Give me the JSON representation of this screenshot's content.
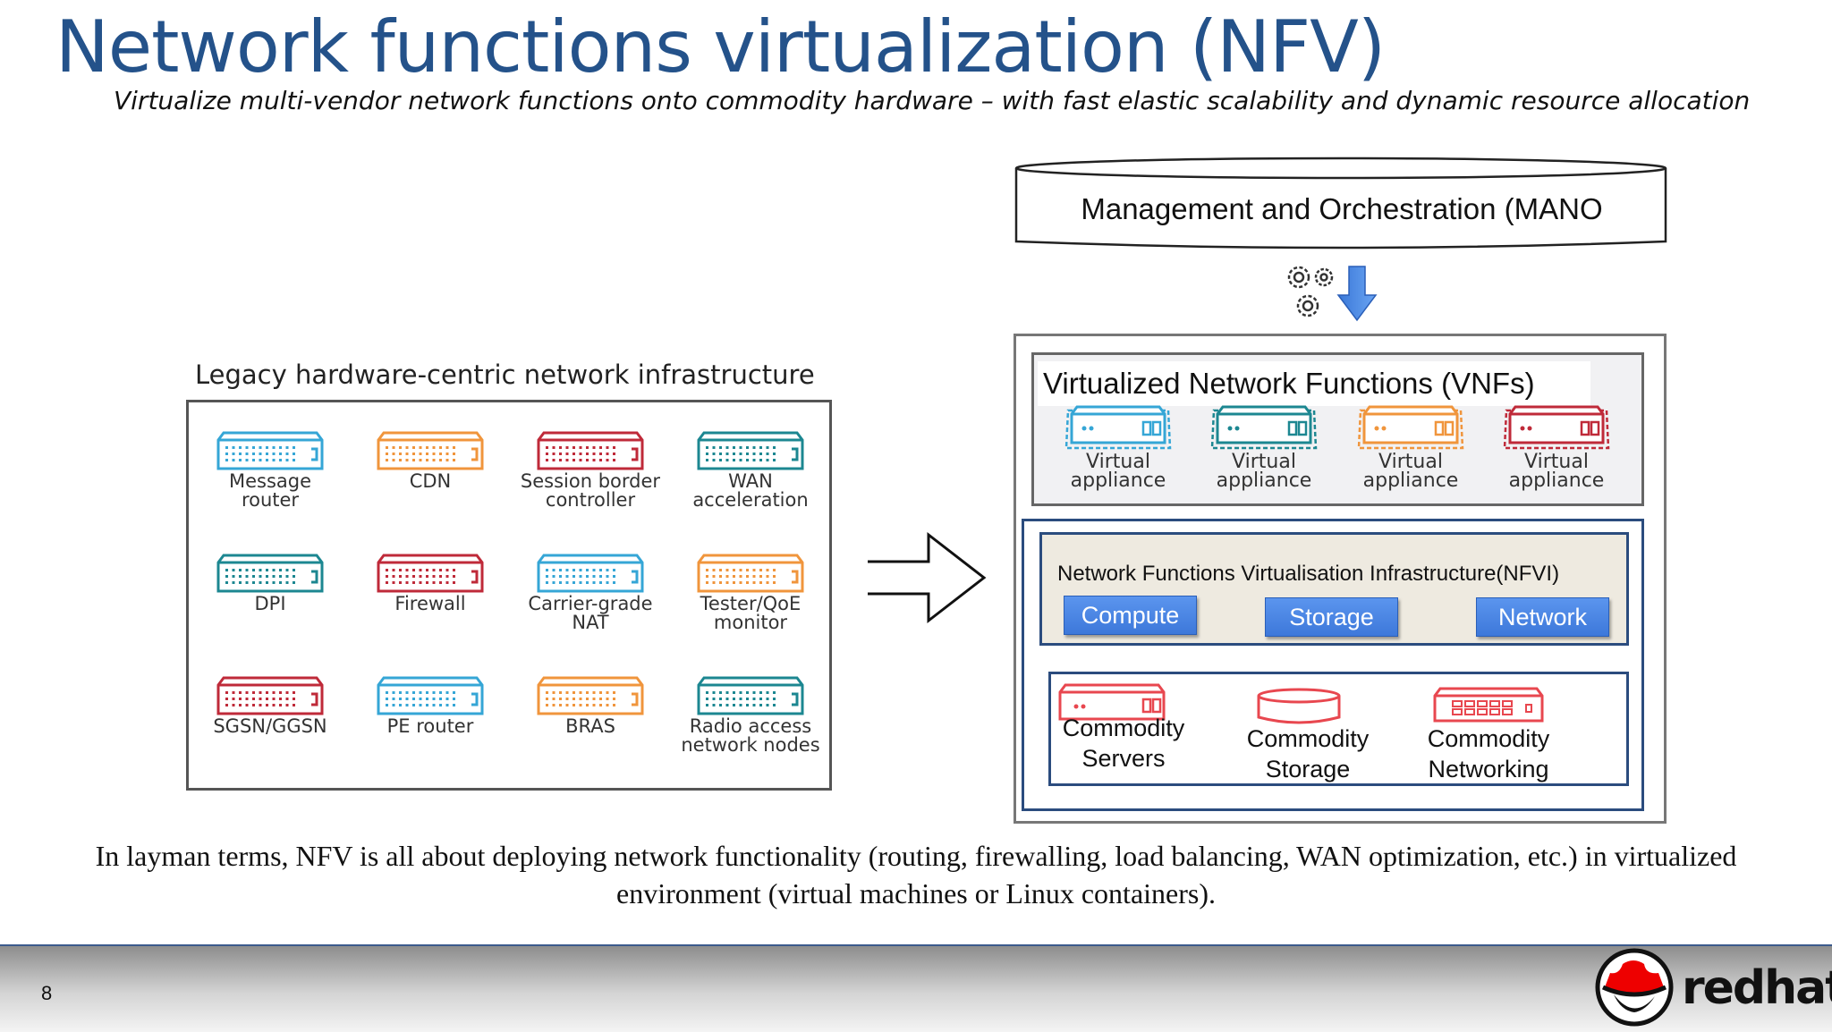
{
  "slide": {
    "title": "Network functions virtualization (NFV)",
    "subtitle": "Virtualize multi-vendor network functions onto commodity hardware – with fast elastic scalability and dynamic resource allocation",
    "page_number": "8"
  },
  "legacy": {
    "title": "Legacy hardware-centric network infrastructure",
    "devices": [
      {
        "label": "Message\nrouter",
        "color": "#35a6d6"
      },
      {
        "label": "CDN",
        "color": "#f0953c"
      },
      {
        "label": "Session border\ncontroller",
        "color": "#bf2a39"
      },
      {
        "label": "WAN\nacceleration",
        "color": "#1c8791"
      },
      {
        "label": "DPI",
        "color": "#1c8791"
      },
      {
        "label": "Firewall",
        "color": "#bf2a39"
      },
      {
        "label": "Carrier-grade\nNAT",
        "color": "#35a6d6"
      },
      {
        "label": "Tester/QoE\nmonitor",
        "color": "#f0953c"
      },
      {
        "label": "SGSN/GGSN",
        "color": "#bf2a39"
      },
      {
        "label": "PE router",
        "color": "#35a6d6"
      },
      {
        "label": "BRAS",
        "color": "#f0953c"
      },
      {
        "label": "Radio access\nnetwork nodes",
        "color": "#1c8791"
      }
    ]
  },
  "mano": {
    "label": "Management and Orchestration (MANO"
  },
  "vnf": {
    "title": "Virtualized Network Functions (VNFs)",
    "appliances": [
      {
        "label": "Virtual\nappliance",
        "color": "#35a6d6"
      },
      {
        "label": "Virtual\nappliance",
        "color": "#1c8791"
      },
      {
        "label": "Virtual\nappliance",
        "color": "#f0953c"
      },
      {
        "label": "Virtual\nappliance",
        "color": "#bf2a39"
      }
    ]
  },
  "nfvi": {
    "title": "Network Functions Virtualisation Infrastructure(NFVI)",
    "compute": "Compute",
    "storage": "Storage",
    "network": "Network"
  },
  "commodity": {
    "servers": "Commodity\nServers",
    "storage": "Commodity\nStorage",
    "networking": "Commodity\nNetworking",
    "color": "#e8474f"
  },
  "footer": {
    "text": "In layman terms, NFV is all about deploying network functionality (routing, firewalling, load balancing, WAN optimization, etc.) in virtualized environment (virtual machines or Linux containers)."
  },
  "brand": {
    "name": "redhat",
    "color": "#ee0000"
  }
}
